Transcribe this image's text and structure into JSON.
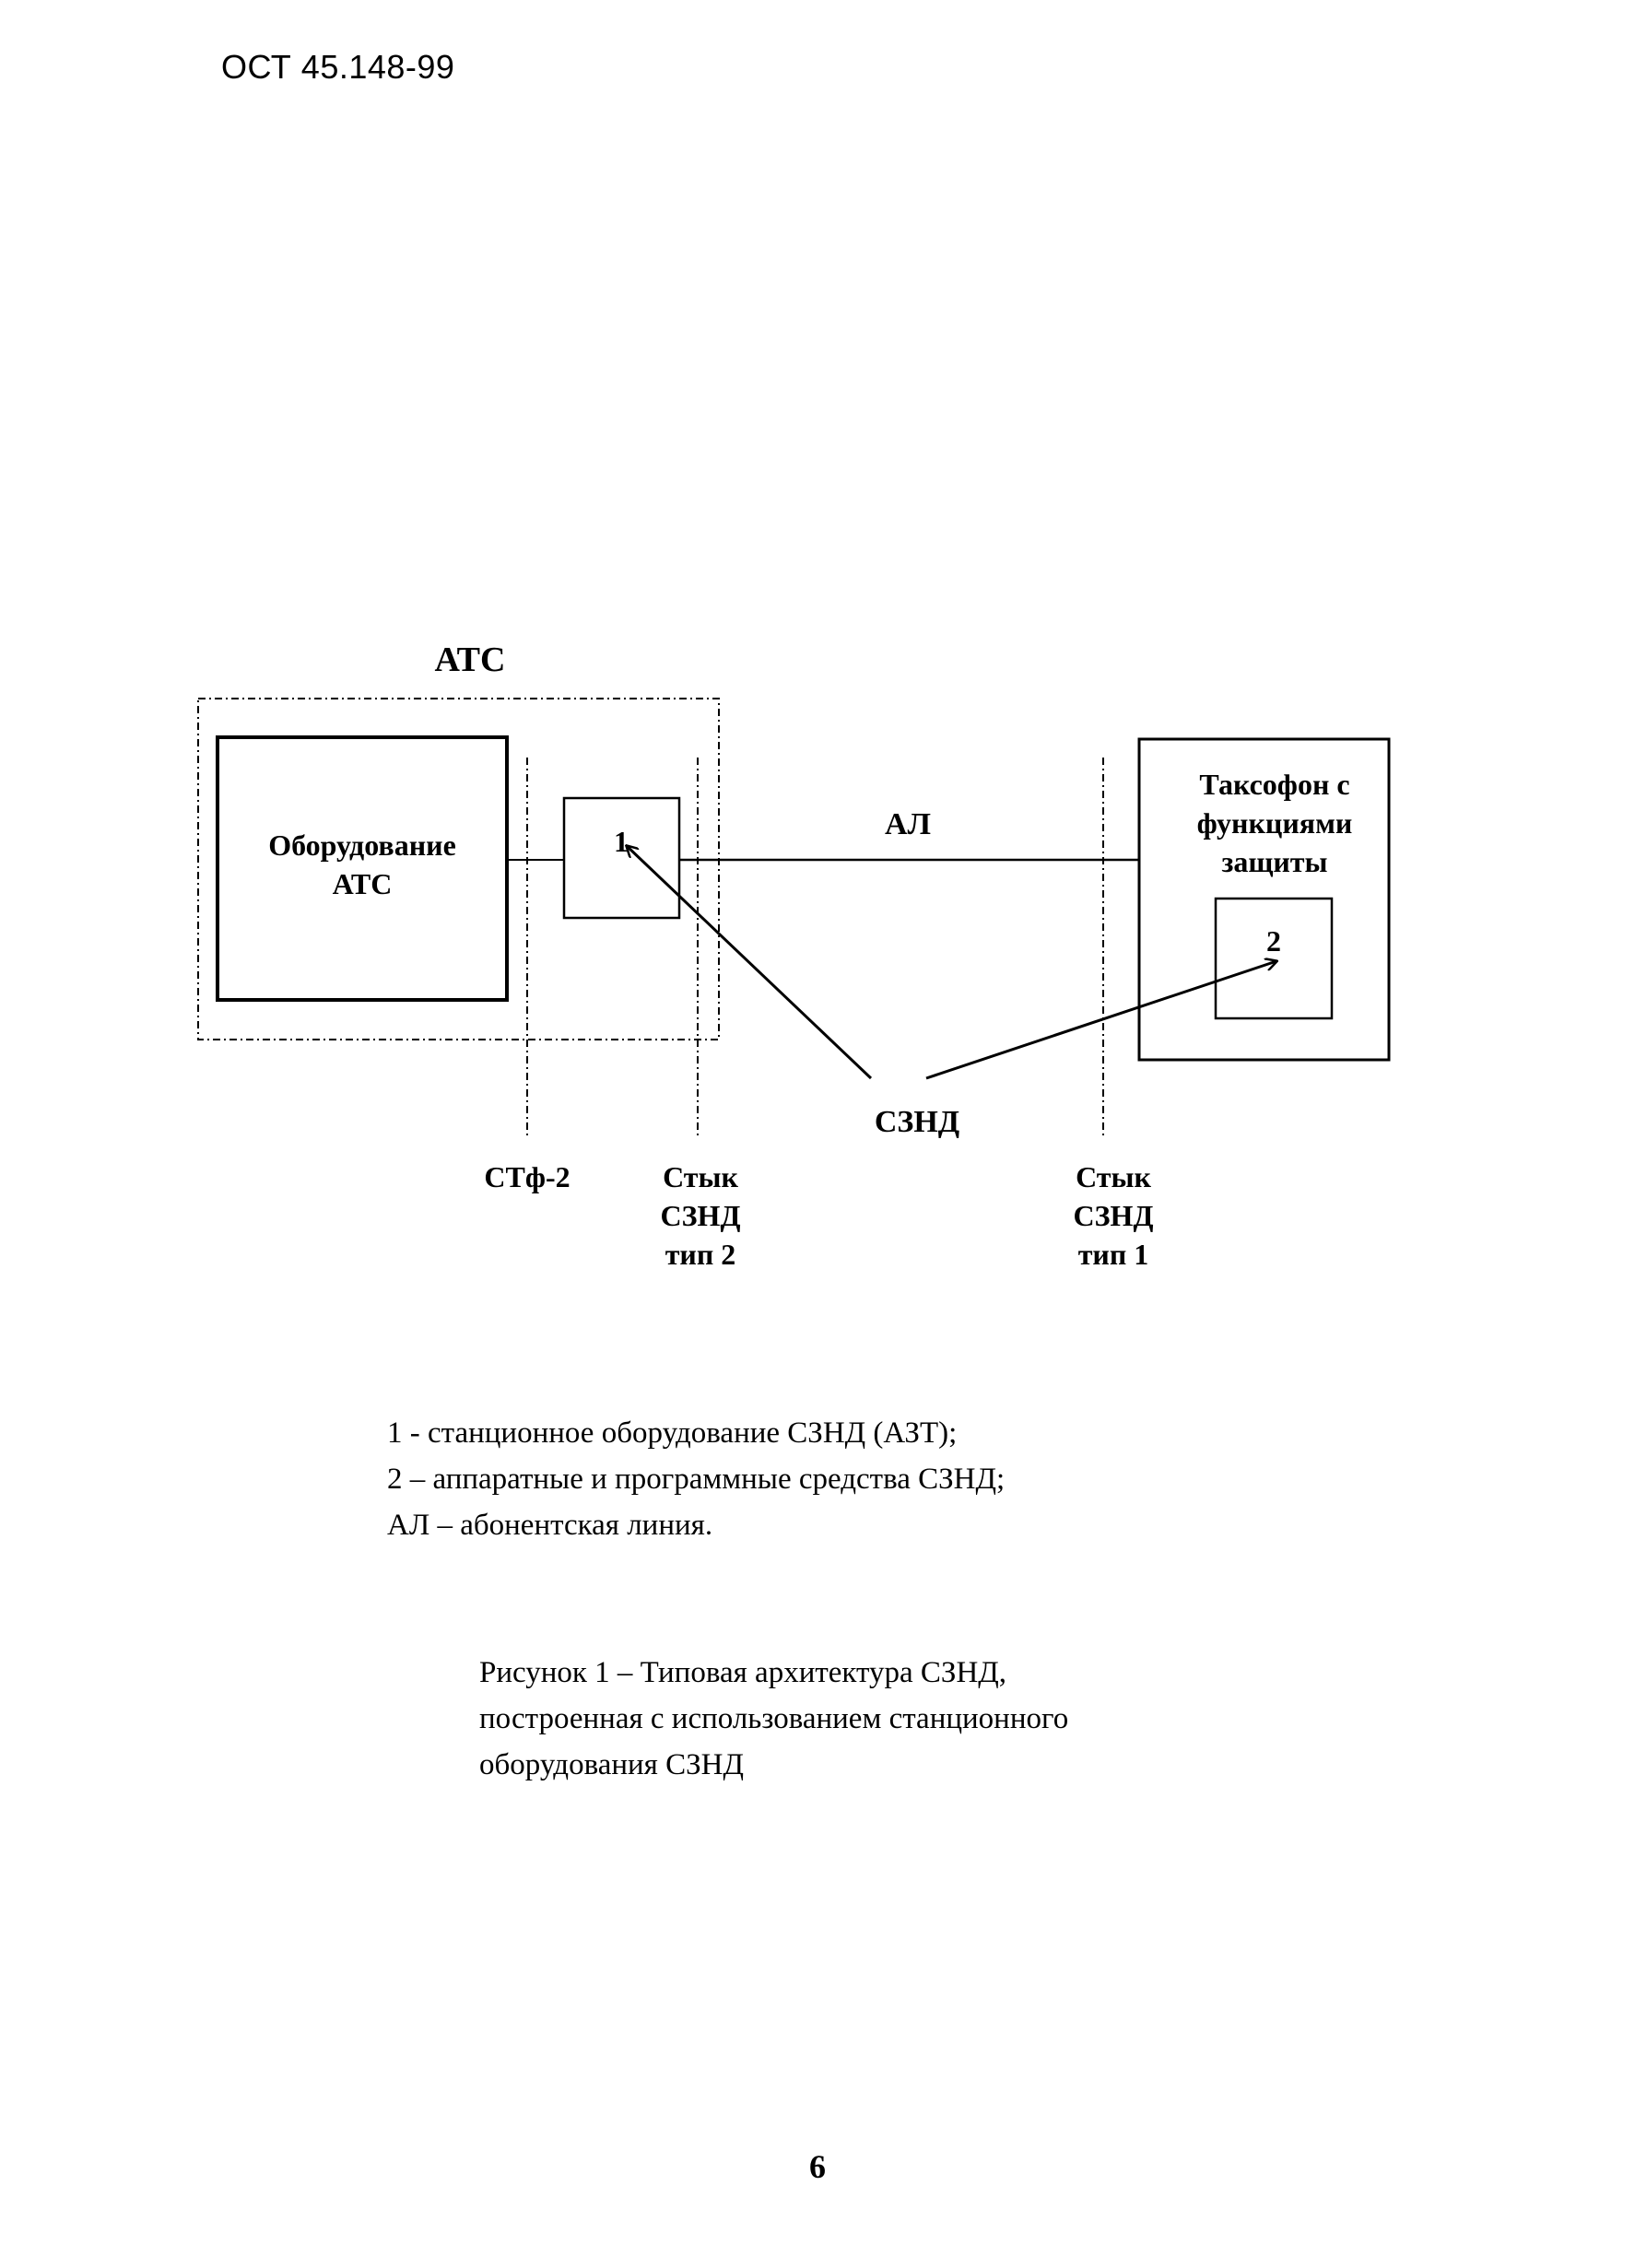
{
  "header": {
    "doc_code": "ОСТ 45.148-99"
  },
  "diagram": {
    "ats_label": "АТС",
    "equipment_line1": "Оборудование",
    "equipment_line2": "АТС",
    "box1_label": "1",
    "al_label": "АЛ",
    "payphone_line1": "Таксофон с",
    "payphone_line2": "функциями",
    "payphone_line3": "защиты",
    "box2_label": "2",
    "sznd_label": "СЗНД",
    "stf_label": "СТф-2",
    "joint2_line1": "Стык",
    "joint2_line2": "СЗНД",
    "joint2_line3": "тип 2",
    "joint1_line1": "Стык",
    "joint1_line2": "СЗНД",
    "joint1_line3": "тип 1"
  },
  "legend": [
    "1 - станционное оборудование СЗНД (АЗТ);",
    "2 – аппаратные и программные средства СЗНД;",
    "АЛ – абонентская линия."
  ],
  "caption": [
    "Рисунок 1 – Типовая архитектура СЗНД,",
    "построенная с использованием станционного",
    "оборудования СЗНД"
  ],
  "page_number": "6"
}
